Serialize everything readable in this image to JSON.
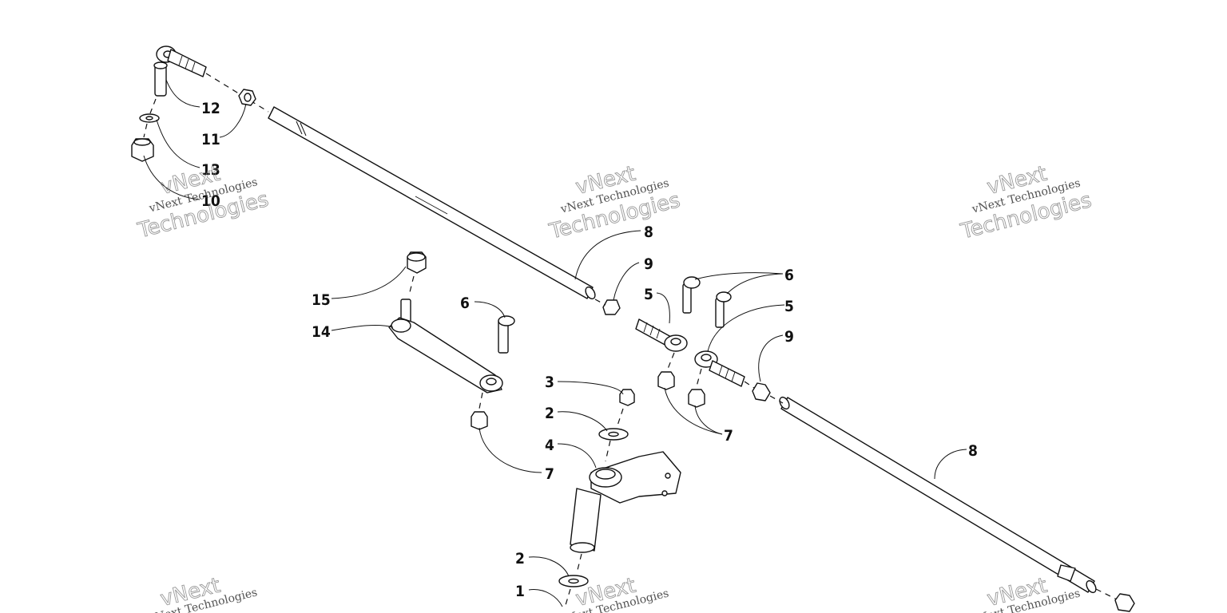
{
  "diagram": {
    "callouts": [
      "12",
      "11",
      "13",
      "10",
      "8",
      "9",
      "6",
      "5",
      "15",
      "14",
      "6",
      "5",
      "9",
      "3",
      "2",
      "4",
      "7",
      "7",
      "8",
      "2",
      "1"
    ],
    "watermark": {
      "line1": "vNext",
      "line2": "vNext Technologies",
      "line3": "Technologies"
    }
  }
}
